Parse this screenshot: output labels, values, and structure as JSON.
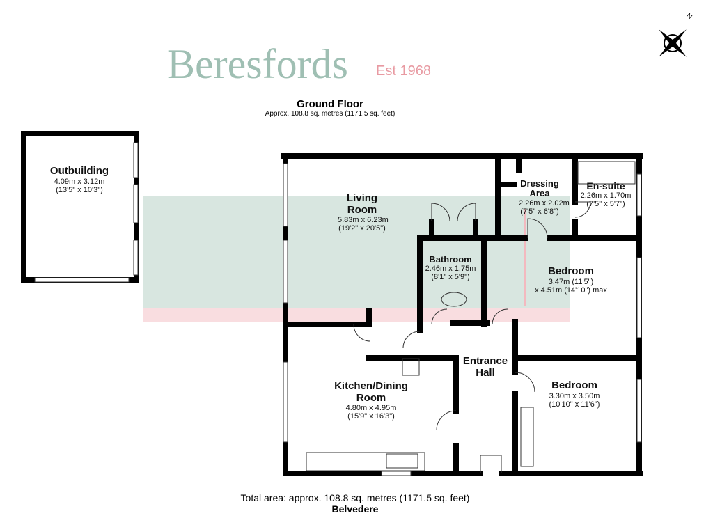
{
  "header": {
    "title": "Ground Floor",
    "subtitle": "Approx. 108.8 sq. metres (1171.5 sq. feet)"
  },
  "rooms": [
    {
      "name": "Outbuilding",
      "dims": "4.09m x 3.12m",
      "imperial": "(13'5\" x 10'3\")"
    },
    {
      "name": "Living Room",
      "dims": "5.83m x 6.23m",
      "imperial": "(19'2\" x 20'5\")"
    },
    {
      "name": "Dressing Area",
      "dims": "2.26m x 2.02m",
      "imperial": "(7'5\" x 6'8\")"
    },
    {
      "name": "En-suite",
      "dims": "2.26m x 1.70m",
      "imperial": "(7'5\" x 5'7\")"
    },
    {
      "name": "Bathroom",
      "dims": "2.46m x 1.75m",
      "imperial": "(8'1\" x 5'9\")"
    },
    {
      "name": "Bedroom",
      "dims": "3.47m (11'5\")",
      "imperial": "x 4.51m (14'10\") max"
    },
    {
      "name": "Entrance Hall",
      "dims": "",
      "imperial": ""
    },
    {
      "name": "Kitchen/Dining Room",
      "dims": "4.80m x 4.95m",
      "imperial": "(15'9\" x 16'3\")"
    },
    {
      "name": "Bedroom",
      "dims": "3.30m x 3.50m",
      "imperial": "(10'10\" x 11'6\")"
    }
  ],
  "footer": {
    "total": "Total area: approx. 108.8 sq. metres (1171.5 sq. feet)",
    "location": "Belvedere"
  },
  "watermark": {
    "brand": "Beresfords",
    "est": "Est 1968",
    "green": "#d8e6e0",
    "pink": "#f9dde0"
  },
  "compass": {
    "label": "N",
    "icon": "compass-icon"
  }
}
